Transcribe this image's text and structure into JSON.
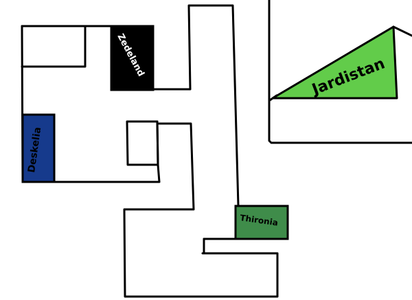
{
  "regions": [
    {
      "name": "Zedeland",
      "color": "#000000",
      "text_color": "#ffffff"
    },
    {
      "name": "Deskelia",
      "color": "#163a8c",
      "text_color": "#000000"
    },
    {
      "name": "Thironia",
      "color": "#3f8c4a",
      "text_color": "#000000"
    },
    {
      "name": "Jardistan",
      "color": "#62cc4a",
      "text_color": "#000000"
    }
  ]
}
